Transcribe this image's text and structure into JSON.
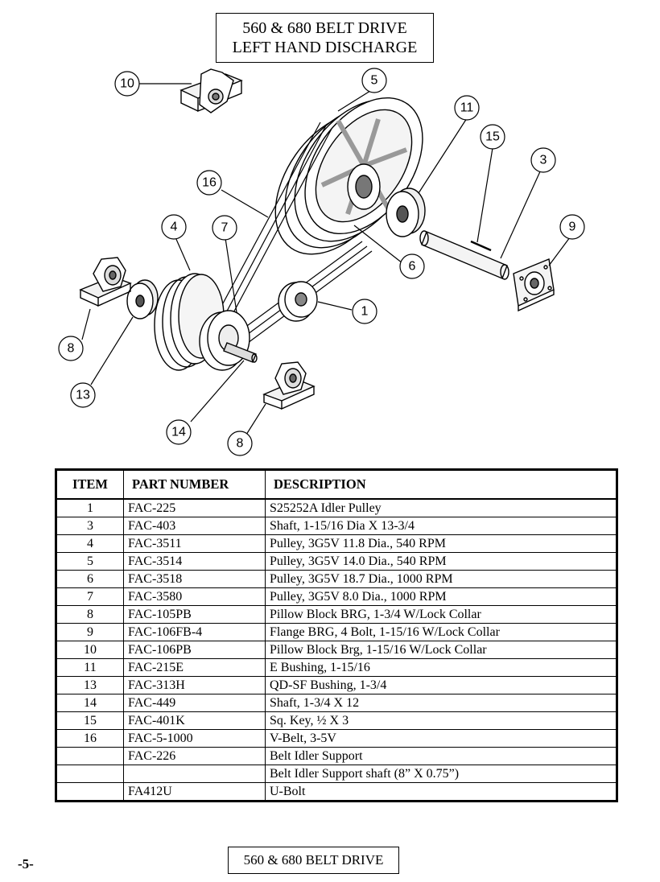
{
  "header": {
    "line1": "560 & 680 BELT DRIVE",
    "line2": "LEFT HAND DISCHARGE"
  },
  "diagram": {
    "callouts": [
      "10",
      "5",
      "11",
      "15",
      "3",
      "16",
      "4",
      "7",
      "9",
      "6",
      "1",
      "8",
      "13",
      "14",
      "8"
    ]
  },
  "parts_table": {
    "headers": {
      "item": "ITEM",
      "part_number": "PART NUMBER",
      "description": "DESCRIPTION"
    },
    "rows": [
      {
        "item": "1",
        "part": "FAC-225",
        "desc": "S25252A Idler Pulley"
      },
      {
        "item": "3",
        "part": "FAC-403",
        "desc": "Shaft, 1-15/16 Dia X 13-3/4"
      },
      {
        "item": "4",
        "part": "FAC-3511",
        "desc": "Pulley, 3G5V 11.8 Dia., 540 RPM"
      },
      {
        "item": "5",
        "part": "FAC-3514",
        "desc": "Pulley, 3G5V 14.0 Dia., 540 RPM"
      },
      {
        "item": "6",
        "part": "FAC-3518",
        "desc": "Pulley, 3G5V 18.7 Dia., 1000 RPM"
      },
      {
        "item": "7",
        "part": "FAC-3580",
        "desc": "Pulley, 3G5V 8.0 Dia., 1000 RPM"
      },
      {
        "item": "8",
        "part": "FAC-105PB",
        "desc": "Pillow Block BRG, 1-3/4 W/Lock Collar"
      },
      {
        "item": "9",
        "part": "FAC-106FB-4",
        "desc": "Flange BRG, 4 Bolt, 1-15/16 W/Lock Collar"
      },
      {
        "item": "10",
        "part": "FAC-106PB",
        "desc": "Pillow Block Brg, 1-15/16 W/Lock Collar"
      },
      {
        "item": "11",
        "part": "FAC-215E",
        "desc": "E Bushing, 1-15/16"
      },
      {
        "item": "13",
        "part": "FAC-313H",
        "desc": "QD-SF Bushing, 1-3/4"
      },
      {
        "item": "14",
        "part": "FAC-449",
        "desc": "Shaft, 1-3/4 X 12"
      },
      {
        "item": "15",
        "part": "FAC-401K",
        "desc": "Sq. Key, ½ X 3"
      },
      {
        "item": "16",
        "part": "FAC-5-1000",
        "desc": "V-Belt, 3-5V"
      },
      {
        "item": "",
        "part": "FAC-226",
        "desc": "Belt Idler Support"
      },
      {
        "item": "",
        "part": "",
        "desc": "Belt Idler Support shaft (8” X 0.75”)"
      },
      {
        "item": "",
        "part": "FA412U",
        "desc": "U-Bolt"
      }
    ]
  },
  "footer": {
    "page_number": "-5-",
    "title": "560 & 680 BELT DRIVE"
  }
}
